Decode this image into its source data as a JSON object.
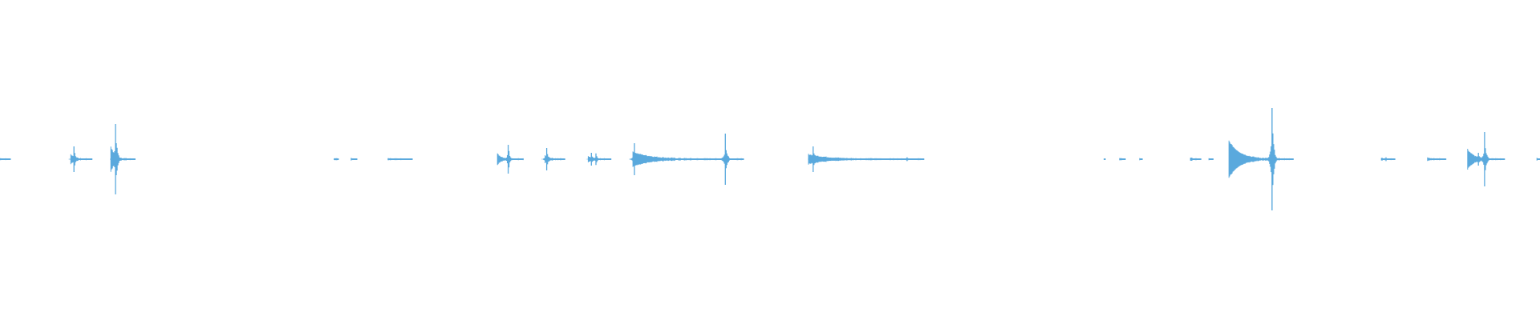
{
  "waveform": {
    "color": "#5aa9dd",
    "background": "#ffffff",
    "segments": [
      {
        "start": 0.0,
        "end": 0.007,
        "peak": 0.005
      },
      {
        "start": 0.046,
        "end": 0.06,
        "peak": 0.04
      },
      {
        "start": 0.072,
        "end": 0.088,
        "peak": 0.11
      },
      {
        "start": 0.217,
        "end": 0.22,
        "peak": 0.005
      },
      {
        "start": 0.228,
        "end": 0.232,
        "peak": 0.005
      },
      {
        "start": 0.252,
        "end": 0.268,
        "peak": 0.003
      },
      {
        "start": 0.323,
        "end": 0.34,
        "peak": 0.045
      },
      {
        "start": 0.354,
        "end": 0.367,
        "peak": 0.035
      },
      {
        "start": 0.382,
        "end": 0.397,
        "peak": 0.02
      },
      {
        "start": 0.411,
        "end": 0.483,
        "peak": 0.06
      },
      {
        "start": 0.525,
        "end": 0.6,
        "peak": 0.04
      },
      {
        "start": 0.717,
        "end": 0.718,
        "peak": 0.003
      },
      {
        "start": 0.727,
        "end": 0.731,
        "peak": 0.005
      },
      {
        "start": 0.74,
        "end": 0.742,
        "peak": 0.003
      },
      {
        "start": 0.773,
        "end": 0.78,
        "peak": 0.01
      },
      {
        "start": 0.785,
        "end": 0.788,
        "peak": 0.004
      },
      {
        "start": 0.798,
        "end": 0.84,
        "peak": 0.16
      },
      {
        "start": 0.897,
        "end": 0.906,
        "peak": 0.01
      },
      {
        "start": 0.927,
        "end": 0.939,
        "peak": 0.015
      },
      {
        "start": 0.953,
        "end": 0.977,
        "peak": 0.085
      },
      {
        "start": 0.998,
        "end": 1.0,
        "peak": 0.004
      }
    ],
    "spikes": [
      {
        "pos": 0.048,
        "amp": 0.04
      },
      {
        "pos": 0.075,
        "amp": 0.11
      },
      {
        "pos": 0.33,
        "amp": 0.045
      },
      {
        "pos": 0.355,
        "amp": 0.035
      },
      {
        "pos": 0.384,
        "amp": 0.02
      },
      {
        "pos": 0.387,
        "amp": 0.018
      },
      {
        "pos": 0.412,
        "amp": 0.05
      },
      {
        "pos": 0.471,
        "amp": 0.08
      },
      {
        "pos": 0.528,
        "amp": 0.04
      },
      {
        "pos": 0.589,
        "amp": 0.006
      },
      {
        "pos": 0.826,
        "amp": 0.16
      },
      {
        "pos": 0.9,
        "amp": 0.006
      },
      {
        "pos": 0.96,
        "amp": 0.02
      },
      {
        "pos": 0.964,
        "amp": 0.085
      }
    ]
  }
}
